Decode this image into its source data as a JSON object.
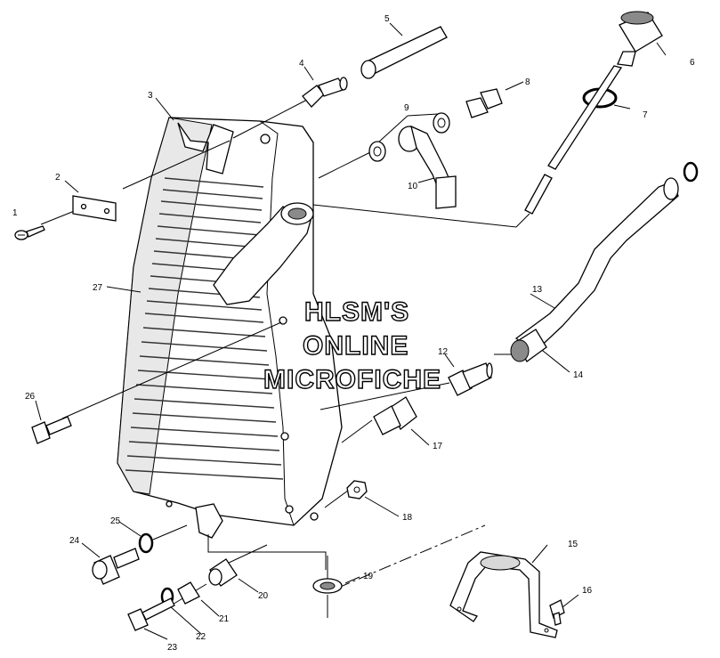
{
  "watermark": {
    "line1": "HLSM'S",
    "line2": "ONLINE",
    "line3": "MICROFICHE"
  },
  "callouts": {
    "c1": "1",
    "c2": "2",
    "c3": "3",
    "c4": "4",
    "c5": "5",
    "c6": "6",
    "c7": "7",
    "c8": "8",
    "c9": "9",
    "c10": "10",
    "c12": "12",
    "c13": "13",
    "c14": "14",
    "c15": "15",
    "c16": "16",
    "c17": "17",
    "c18": "18",
    "c19": "19",
    "c20": "20",
    "c21": "21",
    "c22": "22",
    "c23": "23",
    "c24": "24",
    "c25": "25",
    "c26": "26",
    "c27": "27"
  }
}
